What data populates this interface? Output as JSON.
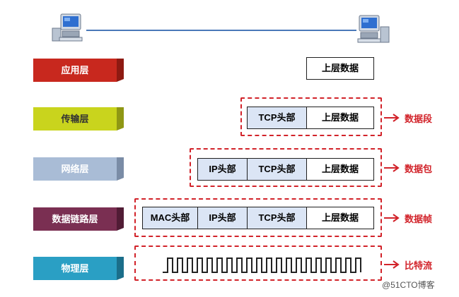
{
  "layers": [
    {
      "label": "应用层",
      "face": "#c8281e",
      "side": "#8e1a12",
      "top": "#e0554a",
      "text_color": "#ffffff"
    },
    {
      "label": "传输层",
      "face": "#c9d41d",
      "side": "#8f9714",
      "top": "#dde55a",
      "text_color": "#333333"
    },
    {
      "label": "网络层",
      "face": "#a9bcd6",
      "side": "#7a8ca6",
      "top": "#c7d5e8",
      "text_color": "#ffffff"
    },
    {
      "label": "数据链路层",
      "face": "#7a2f52",
      "side": "#511c35",
      "top": "#9b5577",
      "text_color": "#ffffff"
    },
    {
      "label": "物理层",
      "face": "#2a9fc4",
      "side": "#1b6e8a",
      "top": "#5cbfdd",
      "text_color": "#ffffff"
    }
  ],
  "cells": {
    "data": "上层数据",
    "tcp": "TCP头部",
    "ip": "IP头部",
    "mac": "MAC头部"
  },
  "pdu_labels": {
    "segment": "数据段",
    "packet": "数据包",
    "frame": "数据帧",
    "bits": "比特流"
  },
  "watermark": "@51CTO博客",
  "colors": {
    "dashed_frame": "#d2232a",
    "header_cell": "#dbe5f5",
    "link_line": "#4a78b8"
  }
}
